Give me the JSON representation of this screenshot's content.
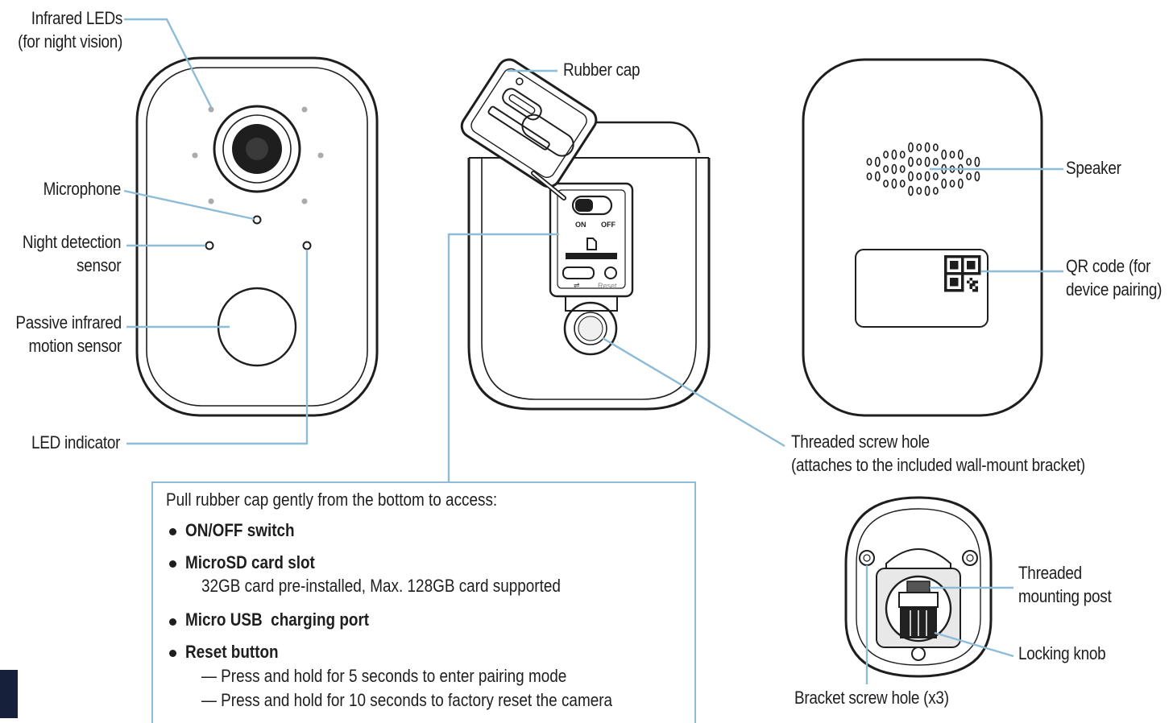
{
  "colors": {
    "leader": "#8dbcd6",
    "outline": "#1e1e1e",
    "corner_tab": "#17203a"
  },
  "front": {
    "infrared_leds": [
      "Infrared LEDs",
      "(for night vision)"
    ],
    "microphone": "Microphone",
    "night_detection": [
      "Night detection",
      "sensor"
    ],
    "pir_sensor": [
      "Passive infrared",
      "motion sensor"
    ],
    "led_indicator": "LED indicator"
  },
  "bottom": {
    "rubber_cap": "Rubber cap",
    "port_labels": {
      "on": "ON",
      "off": "OFF",
      "reset": "Reset"
    },
    "threaded_hole": [
      "Threaded screw hole",
      "(attaches to the included wall-mount bracket)"
    ]
  },
  "back": {
    "speaker": "Speaker",
    "qr_code": [
      "QR code (for",
      "device pairing)"
    ]
  },
  "bracket": {
    "threaded_post": [
      "Threaded",
      "mounting post"
    ],
    "locking_knob": "Locking knob",
    "screw_hole": "Bracket screw hole (x3)"
  },
  "info_box": {
    "intro": "Pull rubber cap gently from the bottom to access:",
    "items": [
      {
        "title": "ON/OFF switch"
      },
      {
        "title": "MicroSD card slot",
        "detail": "32GB card pre-installed, Max. 128GB card supported"
      },
      {
        "title": "Micro USB  charging port"
      },
      {
        "title": "Reset button",
        "steps": [
          "— Press and hold for 5 seconds to enter pairing mode",
          "— Press and hold for 10 seconds to factory reset the camera"
        ]
      }
    ]
  }
}
